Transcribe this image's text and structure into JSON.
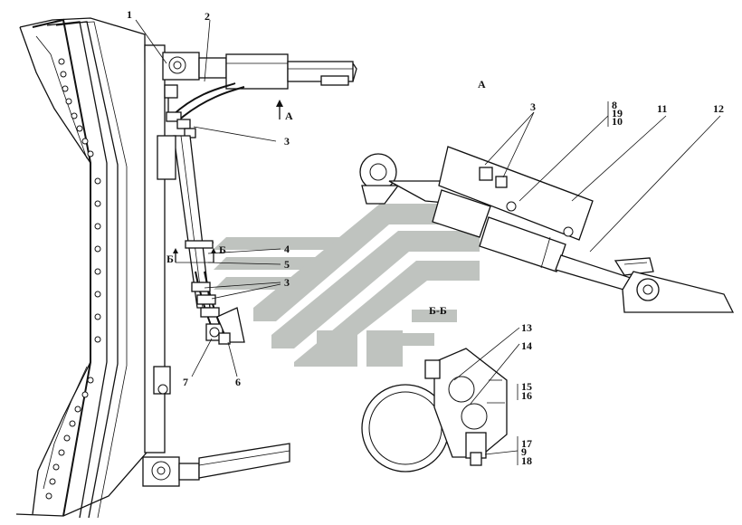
{
  "view_labels": {
    "view_a_marker": "А",
    "view_a_title": "А",
    "section_b_left": "Б",
    "section_b_right": "Б",
    "section_title": "Б-Б"
  },
  "callouts": {
    "c1": "1",
    "c2": "2",
    "c3_top": "3",
    "c4": "4",
    "c5": "5",
    "c3_mid": "3",
    "c7": "7",
    "c6": "6",
    "c3_view": "3",
    "c8": "8",
    "c19": "19",
    "c10": "10",
    "c11": "11",
    "c12": "12",
    "c13": "13",
    "c14": "14",
    "c15": "15",
    "c16": "16",
    "c17": "17",
    "c9": "9",
    "c18": "18"
  },
  "colors": {
    "line": "#111111",
    "watermark": "#b5b9b5",
    "background": "#ffffff"
  }
}
